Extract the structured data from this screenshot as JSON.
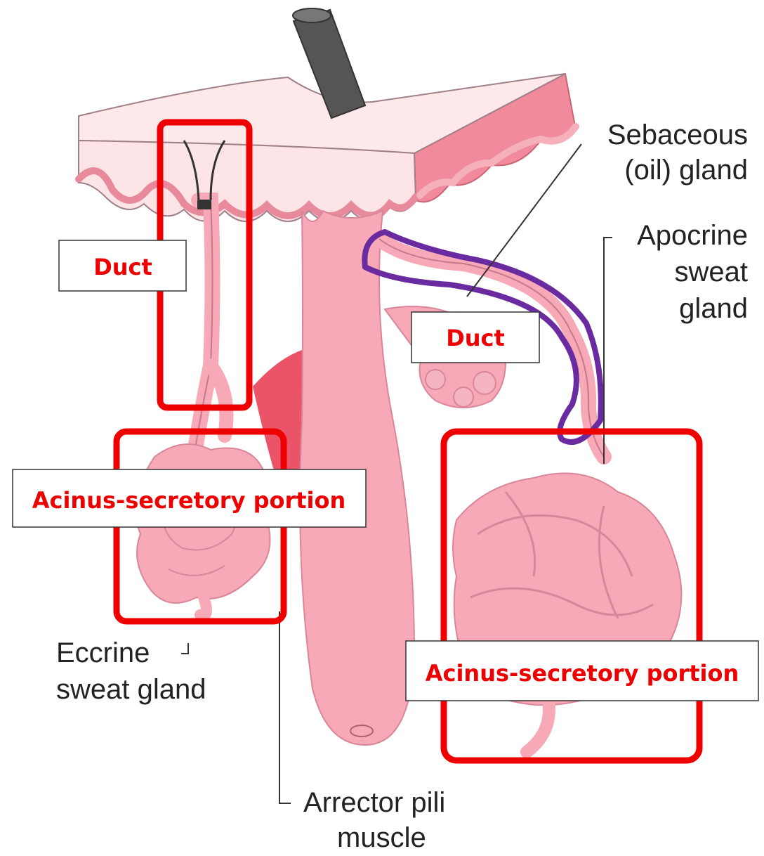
{
  "labels": {
    "sebaceous_line1": "Sebaceous",
    "sebaceous_line2": "(oil) gland",
    "apocrine_line1": "Apocrine",
    "apocrine_line2": "sweat",
    "apocrine_line3": "gland",
    "eccrine_line1": "Eccrine",
    "eccrine_line2": "sweat gland",
    "arrector_line1": "Arrector pili",
    "arrector_line2": "muscle"
  },
  "annotations": {
    "duct_left": "Duct",
    "duct_right": "Duct",
    "acinus_left": "Acinus-secretory portion",
    "acinus_right": "Acinus-secretory portion"
  },
  "colors": {
    "highlight_box": "#ee0000",
    "duct_outline": "#6a2aa0",
    "tissue": "#f7a9b8",
    "skin_surface": "#fde4e6",
    "muscle": "#e8364e"
  }
}
